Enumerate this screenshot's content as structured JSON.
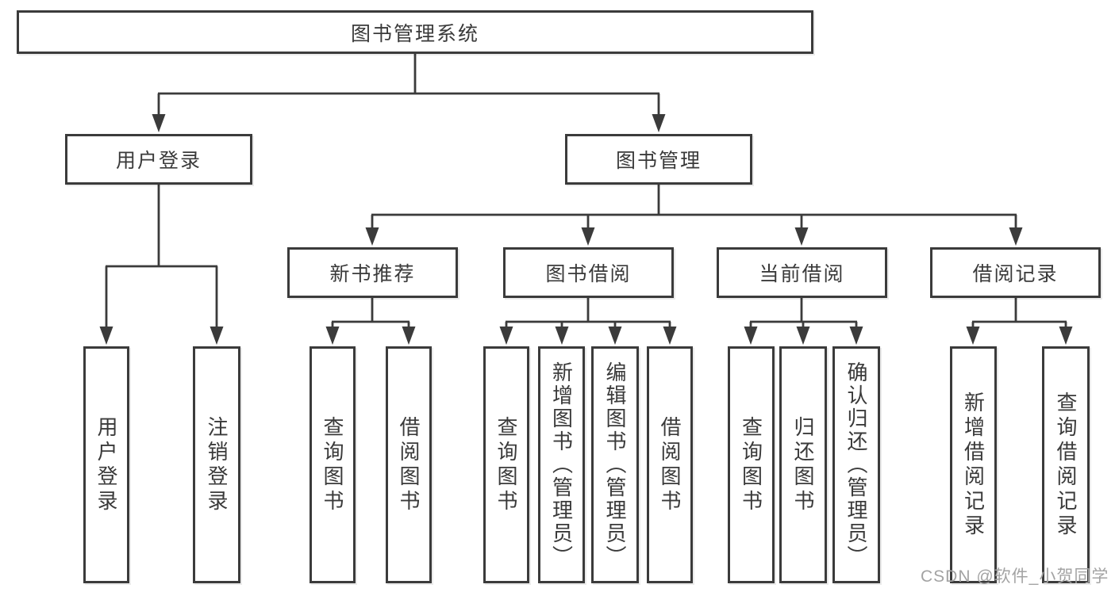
{
  "diagram": {
    "type": "hierarchy-tree",
    "colors": {
      "line": "#3b3b3b",
      "box_border": "#3b3b3b",
      "text": "#3a3a3a",
      "background": "#ffffff",
      "watermark": "#a3a3a3"
    },
    "nodes": {
      "root": {
        "label": "图书管理系统"
      },
      "user_login": {
        "label": "用户登录"
      },
      "book_mgmt": {
        "label": "图书管理"
      },
      "new_books": {
        "label": "新书推荐"
      },
      "book_borrow": {
        "label": "图书借阅"
      },
      "current_borrow": {
        "label": "当前借阅"
      },
      "borrow_records": {
        "label": "借阅记录"
      },
      "leaf_user_login": {
        "label": "用户登录"
      },
      "leaf_logout": {
        "label": "注销登录"
      },
      "nb_query": {
        "label": "查询图书"
      },
      "nb_borrow": {
        "label": "借阅图书"
      },
      "bb_query": {
        "label": "查询图书"
      },
      "bb_add": {
        "label": "新增图书（管理员）"
      },
      "bb_edit": {
        "label": "编辑图书（管理员）"
      },
      "bb_borrow": {
        "label": "借阅图书"
      },
      "cb_query": {
        "label": "查询图书"
      },
      "cb_return": {
        "label": "归还图书"
      },
      "cb_confirm": {
        "label": "确认归还（管理员）"
      },
      "br_add": {
        "label": "新增借阅记录"
      },
      "br_query": {
        "label": "查询借阅记录"
      }
    },
    "hierarchy": {
      "图书管理系统": [
        "用户登录",
        "图书管理"
      ],
      "用户登录": [
        "用户登录",
        "注销登录"
      ],
      "图书管理": [
        "新书推荐",
        "图书借阅",
        "当前借阅",
        "借阅记录"
      ],
      "新书推荐": [
        "查询图书",
        "借阅图书"
      ],
      "图书借阅": [
        "查询图书",
        "新增图书（管理员）",
        "编辑图书（管理员）",
        "借阅图书"
      ],
      "当前借阅": [
        "查询图书",
        "归还图书",
        "确认归还（管理员）"
      ],
      "借阅记录": [
        "新增借阅记录",
        "查询借阅记录"
      ]
    },
    "watermark": {
      "text": "CSDN @软件_小贺同学"
    }
  }
}
